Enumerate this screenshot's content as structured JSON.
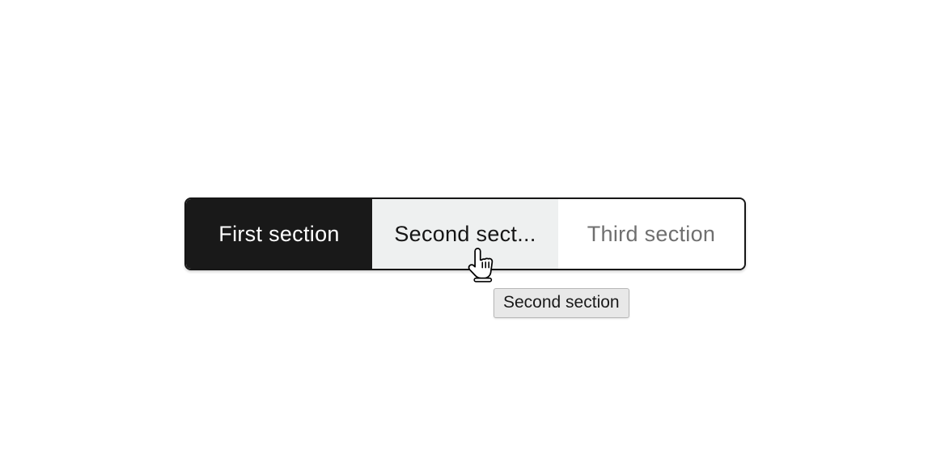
{
  "window": {
    "background_color": "#ffffff"
  },
  "segmented_control": {
    "border_color": "#161616",
    "shadow": "subtle drop shadow",
    "segments": [
      {
        "label": "First section",
        "state": "selected",
        "background_color": "#191919",
        "text_color": "#ffffff"
      },
      {
        "label": "Second sect...",
        "full_label": "Second section",
        "state": "hovered",
        "background_color": "#eef0f0",
        "text_color": "#161616"
      },
      {
        "label": "Third section",
        "state": "default",
        "background_color": "#ffffff",
        "text_color": "#6f6f6f"
      }
    ]
  },
  "tooltip": {
    "text": "Second section",
    "background_color": "#e8e8e8",
    "border_color": "#b8b8b8",
    "text_color": "#1a1a1a"
  },
  "cursor": {
    "type": "pointing-hand"
  }
}
